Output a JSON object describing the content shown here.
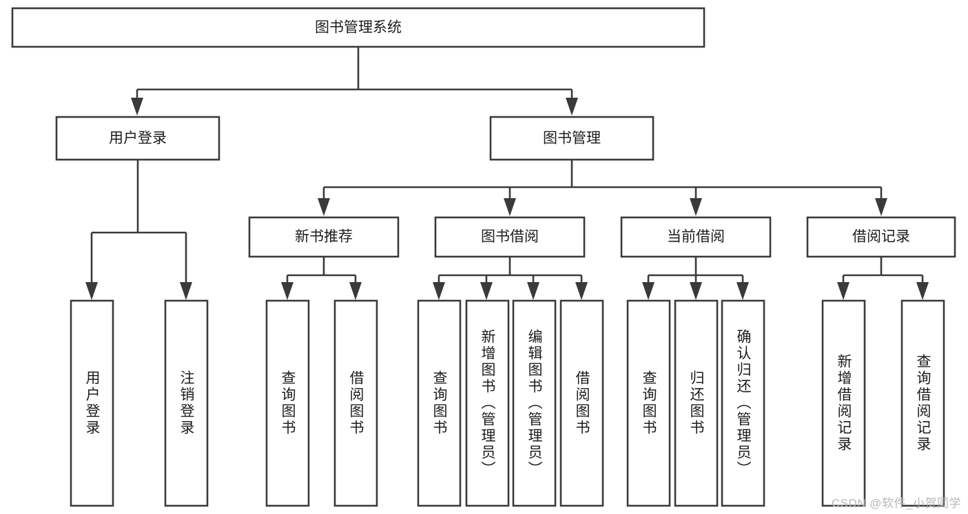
{
  "diagram": {
    "type": "tree-hierarchy",
    "title": "图书管理系统",
    "watermark": "CSDN @软件_小贺同学",
    "colors": {
      "stroke": "#3a3a3a",
      "fill": "#ffffff",
      "text": "#1c1c1c",
      "watermark": "#b8b8b8"
    },
    "root": {
      "label": "图书管理系统",
      "orientation": "horizontal"
    },
    "level2": [
      {
        "label": "用户登录",
        "orientation": "horizontal"
      },
      {
        "label": "图书管理",
        "orientation": "horizontal"
      }
    ],
    "level3": [
      {
        "label": "新书推荐",
        "orientation": "horizontal"
      },
      {
        "label": "图书借阅",
        "orientation": "horizontal"
      },
      {
        "label": "当前借阅",
        "orientation": "horizontal"
      },
      {
        "label": "借阅记录",
        "orientation": "horizontal"
      }
    ],
    "leaves": {
      "user_login": [
        {
          "label": "用户登录",
          "orientation": "vertical"
        },
        {
          "label": "注销登录",
          "orientation": "vertical"
        }
      ],
      "new_book_recommend": [
        {
          "label": "查询图书",
          "orientation": "vertical"
        },
        {
          "label": "借阅图书",
          "orientation": "vertical"
        }
      ],
      "book_borrow": [
        {
          "label": "查询图书",
          "orientation": "vertical"
        },
        {
          "label": "新增图书（管理员）",
          "orientation": "vertical"
        },
        {
          "label": "编辑图书（管理员）",
          "orientation": "vertical"
        },
        {
          "label": "借阅图书",
          "orientation": "vertical"
        }
      ],
      "current_borrow": [
        {
          "label": "查询图书",
          "orientation": "vertical"
        },
        {
          "label": "归还图书",
          "orientation": "vertical"
        },
        {
          "label": "确认归还（管理员）",
          "orientation": "vertical"
        }
      ],
      "borrow_record": [
        {
          "label": "新增借阅记录",
          "orientation": "vertical"
        },
        {
          "label": "查询借阅记录",
          "orientation": "vertical"
        }
      ]
    }
  }
}
